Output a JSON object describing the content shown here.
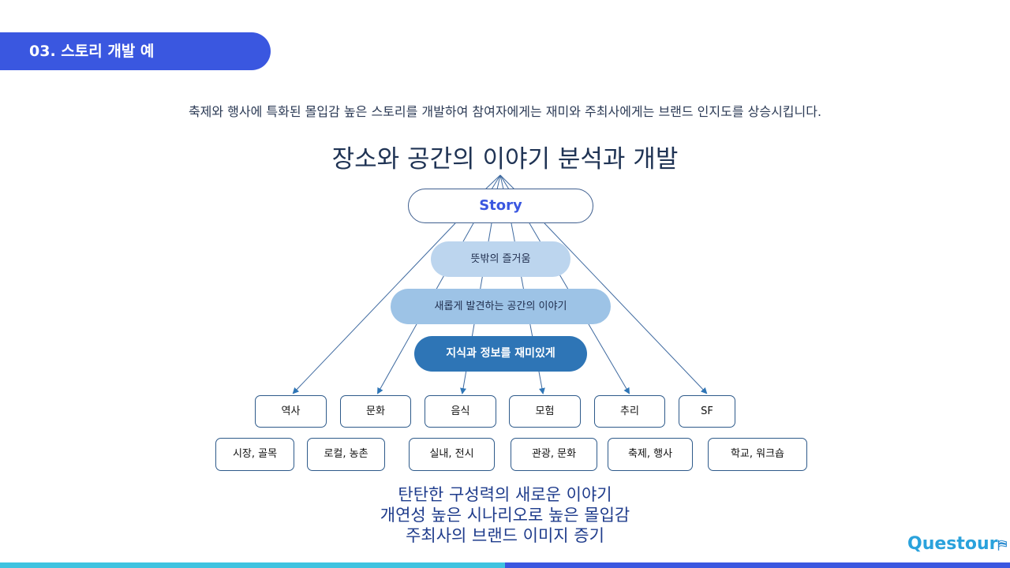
{
  "header": {
    "title": "03. 스토리 개발 예"
  },
  "subtitle": "축제와 행사에 특화된 몰입감 높은 스토리를 개발하여 참여자에게는 재미와 주최사에게는 브랜드 인지도를 상승시킵니다.",
  "diagram": {
    "title": "장소와 공간의 이야기 분석과 개발",
    "root": "Story",
    "layers": [
      "뜻밖의 즐거움",
      "새롭게 발견하는 공간의 이야기",
      "지식과 정보를 재미있게"
    ],
    "categories": [
      "역사",
      "문화",
      "음식",
      "모험",
      "추리",
      "SF"
    ],
    "locations": [
      "시장, 골목",
      "로컬, 농촌",
      "실내, 전시",
      "관광, 문화",
      "축제, 행사",
      "학교, 워크숍"
    ]
  },
  "benefits": [
    "탄탄한 구성력의 새로운 이야기",
    "개연성 높은 시나리오로 높은 몰입감",
    "주최사의 브랜드 이미지 증기"
  ],
  "logo": {
    "text": "Questour",
    "icon": "map-pin-icon"
  },
  "colors": {
    "accent": "#3a57e0",
    "line": "#2e75b6",
    "cyan": "#3ec3e0"
  }
}
